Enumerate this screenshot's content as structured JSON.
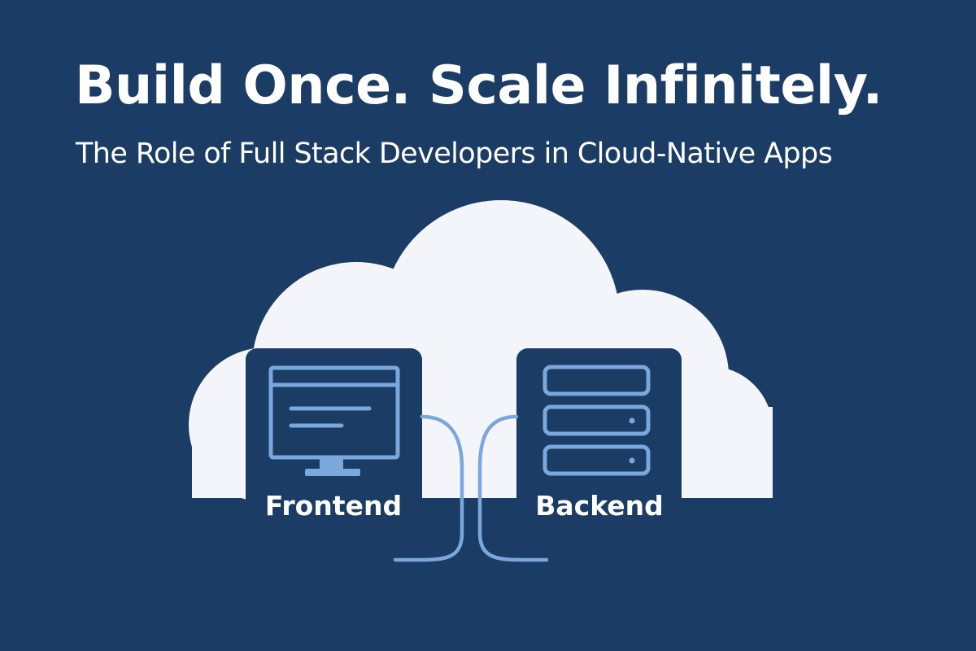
{
  "title": "Build Once. Scale Infinitely.",
  "subtitle": "The Role of Full Stack Developers in Cloud-Native Apps",
  "nodes": {
    "frontend": {
      "label": "Frontend",
      "icon": "monitor-icon"
    },
    "backend": {
      "label": "Backend",
      "icon": "server-stack-icon"
    }
  },
  "colors": {
    "background": "#1b3c64",
    "cloud": "#f3f5fa",
    "panel": "#1b3c64",
    "accent": "#7aa7dc",
    "text": "#ffffff"
  }
}
